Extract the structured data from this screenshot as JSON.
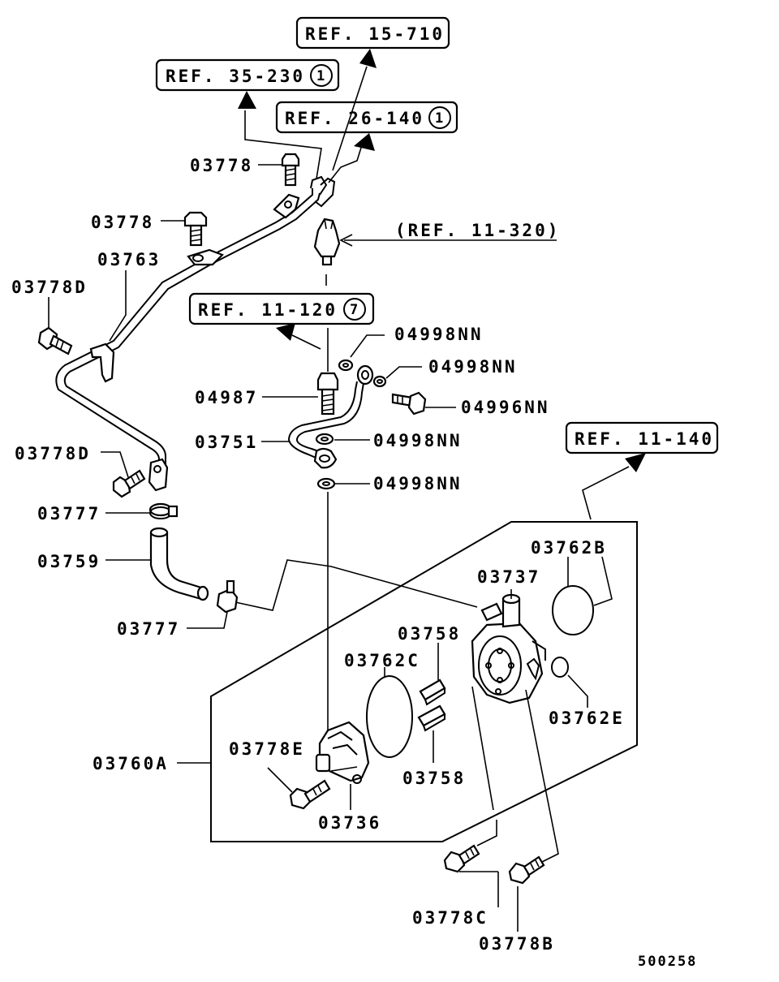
{
  "refs": {
    "r15_710": "REF. 15-710",
    "r35_230": "REF. 35-230",
    "r35_230_circle": "1",
    "r26_140": "REF. 26-140",
    "r26_140_circle": "1",
    "r11_320": "(REF. 11-320)",
    "r11_120": "REF. 11-120",
    "r11_120_circle": "7",
    "r11_140": "REF. 11-140"
  },
  "labels": {
    "p03778_a": "03778",
    "p03778_b": "03778",
    "p03763": "03763",
    "p03778D_a": "03778D",
    "p04998NN_a": "04998NN",
    "p04998NN_b": "04998NN",
    "p04987": "04987",
    "p04996NN": "04996NN",
    "p03751": "03751",
    "p04998NN_c": "04998NN",
    "p03778D_b": "03778D",
    "p04998NN_d": "04998NN",
    "p03777_a": "03777",
    "p03759": "03759",
    "p03762B": "03762B",
    "p03737": "03737",
    "p03777_b": "03777",
    "p03758_a": "03758",
    "p03762C": "03762C",
    "p03762E": "03762E",
    "p03778E": "03778E",
    "p03760A": "03760A",
    "p03758_b": "03758",
    "p03736": "03736",
    "p03778C": "03778C",
    "p03778B": "03778B"
  },
  "figure_number": "500258"
}
